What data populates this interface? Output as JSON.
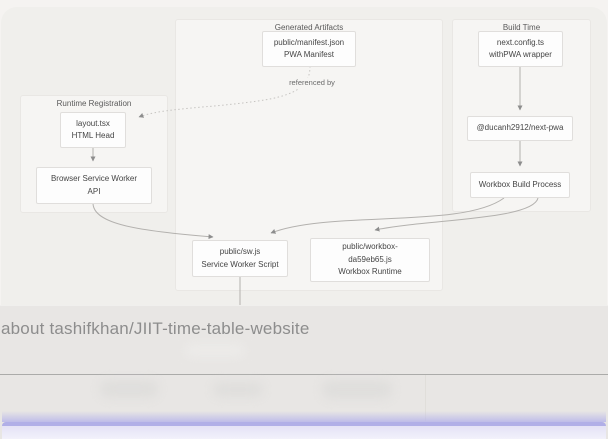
{
  "diagram": {
    "groups": [
      {
        "label": "Runtime Registration"
      },
      {
        "label": "Generated Artifacts"
      },
      {
        "label": "Build Time"
      }
    ],
    "nodes": {
      "manifest": {
        "lines": [
          "public/manifest.json",
          "PWA Manifest"
        ]
      },
      "layout": {
        "lines": [
          "layout.tsx",
          "HTML Head"
        ]
      },
      "browser_api": {
        "lines": [
          "Browser Service Worker",
          "API"
        ]
      },
      "sw": {
        "lines": [
          "public/sw.js",
          "Service Worker Script"
        ]
      },
      "workbox_runtime": {
        "lines": [
          "public/workbox-",
          "da59eb65.js",
          "Workbox Runtime"
        ]
      },
      "next_config": {
        "lines": [
          "next.config.ts",
          "withPWA wrapper"
        ]
      },
      "ducanh": {
        "lines": [
          "@ducanh2912/next-pwa"
        ]
      },
      "workbox_build": {
        "lines": [
          "Workbox Build Process"
        ]
      }
    },
    "edge_label": "referenced by"
  },
  "overlay": {
    "title": "about tashifkhan/JIIT-time-table-website"
  },
  "colors": {
    "canvas_bg": "#f0efec",
    "group_bg": "#f6f5f3",
    "node_border": "#e0dedc",
    "edge_stroke": "#b3b1ae",
    "overlay_bg": "#e8e6e4",
    "divider": "#ababa9",
    "title_text": "#8d8d8d",
    "accent_glow": "#b1afe7"
  }
}
